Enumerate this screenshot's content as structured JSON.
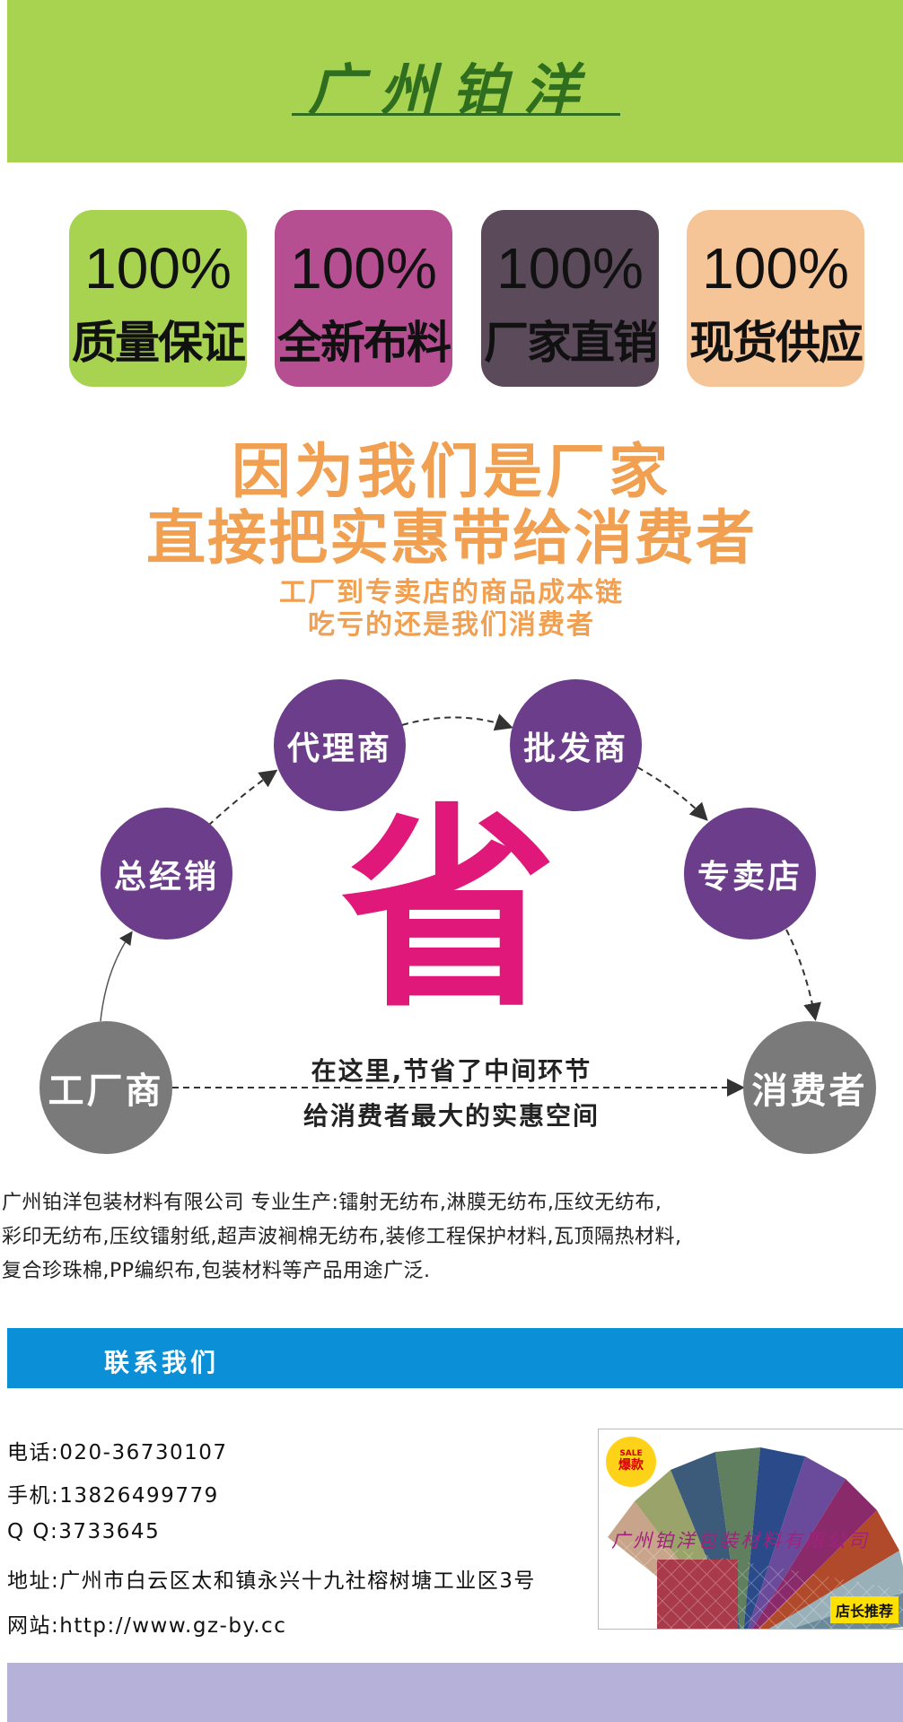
{
  "header": {
    "title": "广州铂洋",
    "bg_color": "#a8d350",
    "title_color": "#2f6e1f"
  },
  "badges": [
    {
      "percent": "100%",
      "label": "质量保证",
      "color": "#a8d350"
    },
    {
      "percent": "100%",
      "label": "全新布料",
      "color": "#b64f92"
    },
    {
      "percent": "100%",
      "label": "厂家直销",
      "color": "#5a4a5a"
    },
    {
      "percent": "100%",
      "label": "现货供应",
      "color": "#f6c597"
    }
  ],
  "headline": {
    "line1": "因为我们是厂家",
    "line2": "直接把实惠带给消费者",
    "sub1": "工厂到专卖店的商品成本链",
    "sub2": "吃亏的还是我们消费者",
    "color": "#f0a050"
  },
  "diagram": {
    "center_char": "省",
    "center_color": "#e0187a",
    "nodes": {
      "factory": "工厂商",
      "distributor": "总经销",
      "agent": "代理商",
      "wholesaler": "批发商",
      "store": "专卖店",
      "consumer": "消费者"
    },
    "note_line1": "在这里,节省了中间环节",
    "note_line2": "给消费者最大的实惠空间"
  },
  "description": {
    "line1": "广州铂洋包装材料有限公司  专业生产:镭射无纺布,淋膜无纺布,压纹无纺布,",
    "line2": "彩印无纺布,压纹镭射纸,超声波裥棉无纺布,装修工程保护材料,瓦顶隔热材料,",
    "line3": "复合珍珠棉,PP编织布,包装材料等产品用途广泛."
  },
  "contact": {
    "title": "联系我们",
    "bar_color": "#0b90d8",
    "phone": "电话:020-36730107",
    "mobile": "手机:13826499779",
    "qq": "Q Q:3733645",
    "address": "地址:广州市白云区太和镇永兴十九社榕树塘工业区3号",
    "website": "网站:http://www.gz-by.cc"
  },
  "product_image": {
    "watermark": "广州铂洋包装材料有限公司",
    "sale_top": "SALE",
    "sale_main": "爆款",
    "tag": "店长推荐"
  },
  "footer": {
    "color": "#b5b1d8"
  }
}
